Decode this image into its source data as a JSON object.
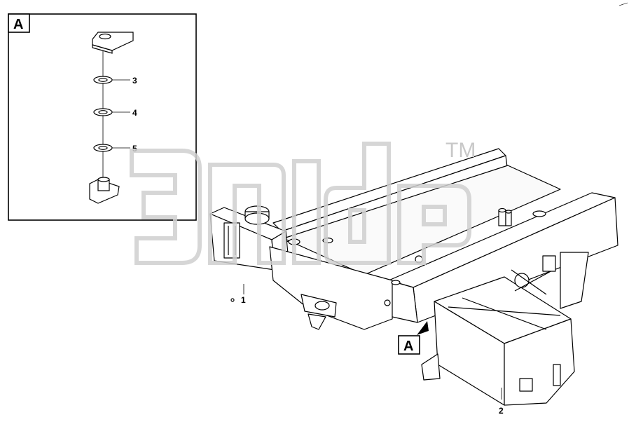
{
  "detail_view": {
    "label": "A",
    "callouts": [
      "3",
      "4",
      "5"
    ]
  },
  "main_view": {
    "callouts": [
      "1",
      "2"
    ],
    "view_marker": "A"
  },
  "watermark": {
    "text": "TM",
    "color": "#c8c8c8"
  },
  "colors": {
    "line": "#000000",
    "background": "#ffffff",
    "watermark": "#d0d0d0"
  }
}
